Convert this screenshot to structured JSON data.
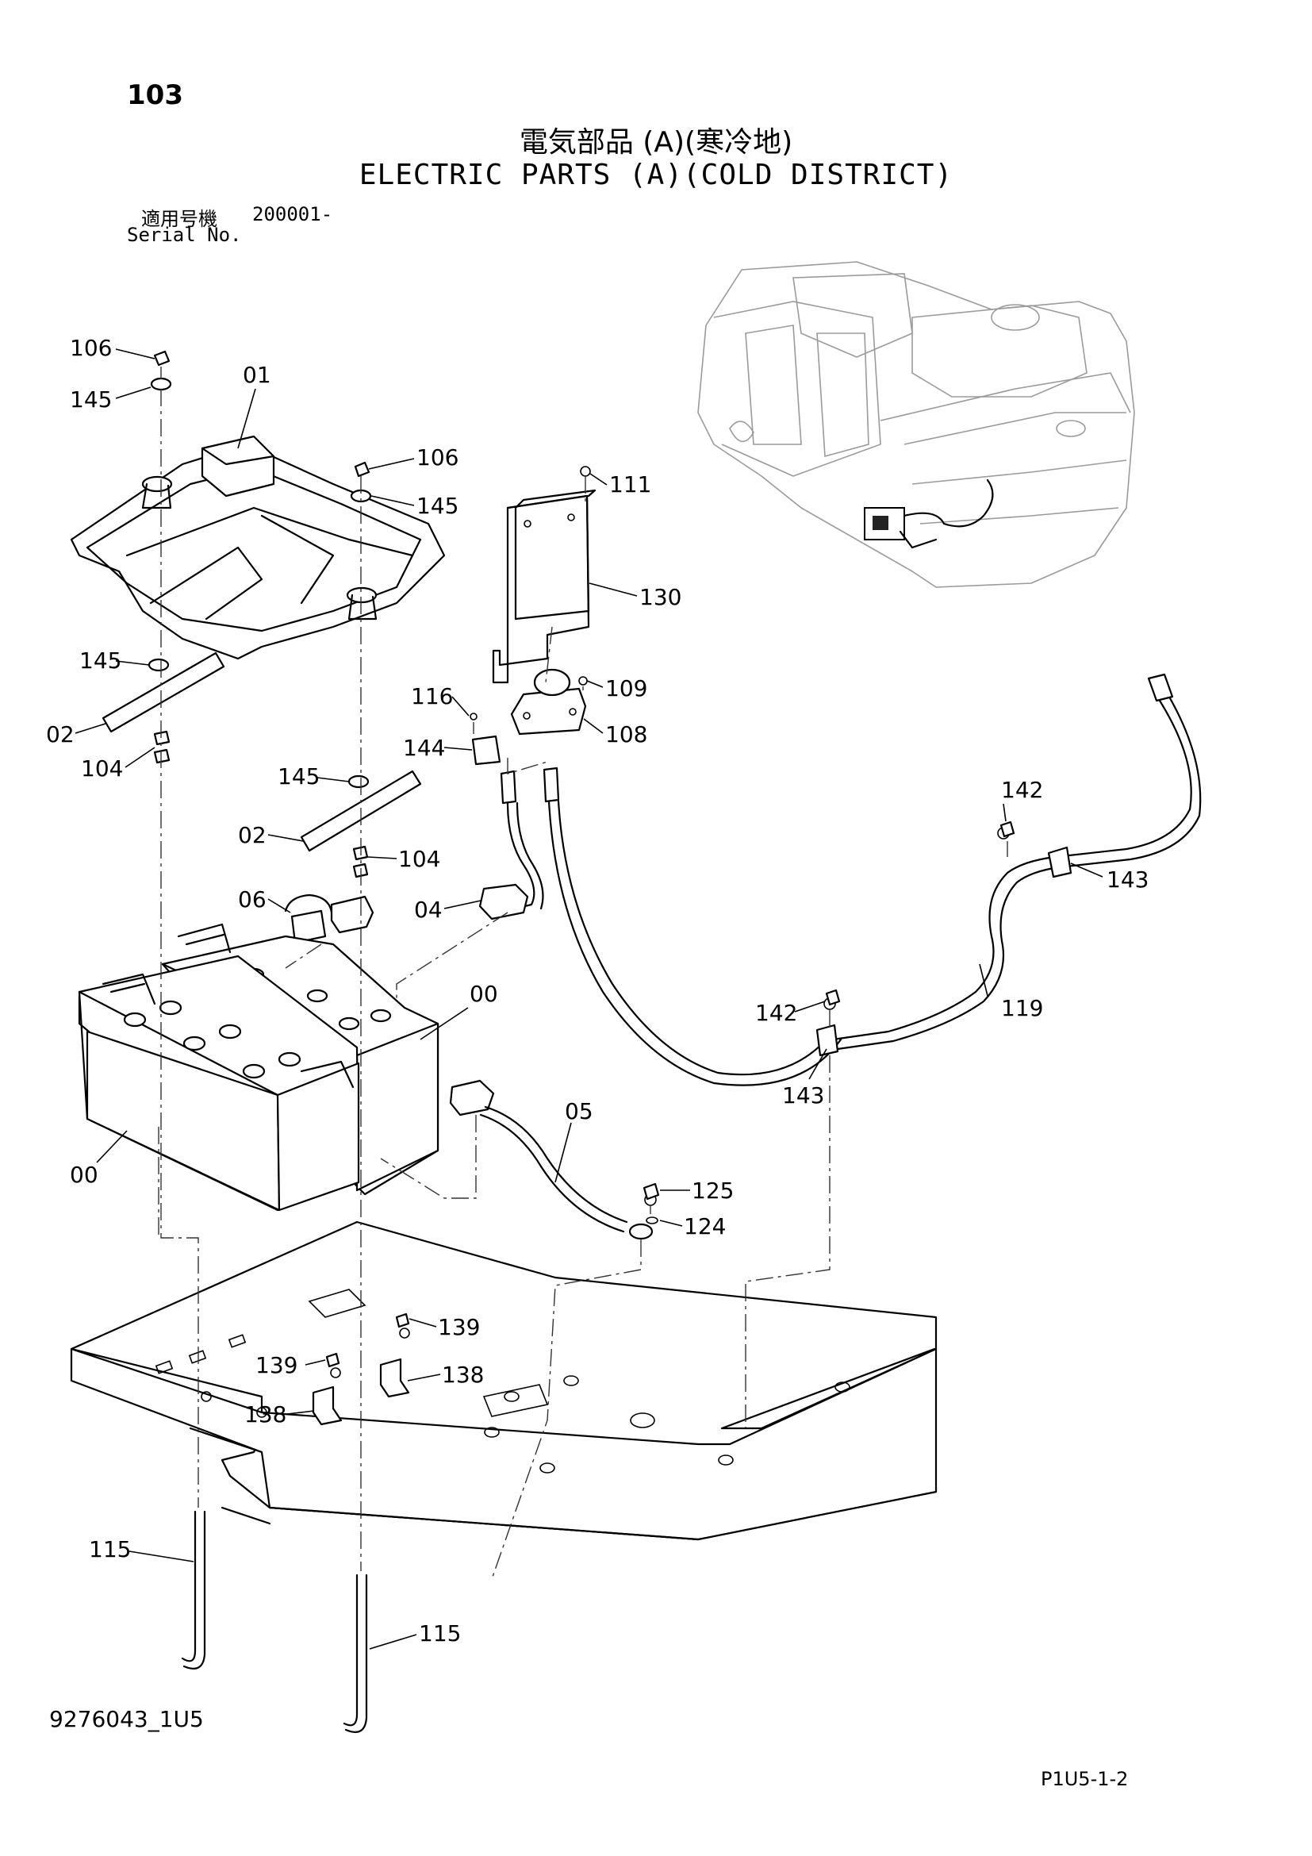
{
  "header": {
    "page_number": "103",
    "title_jp": "電気部品 (A)(寒冷地)",
    "title_en": "ELECTRIC PARTS (A)(COLD DISTRICT)",
    "serial_label_jp": "適用号機",
    "serial_value": "200001-",
    "serial_label_en": "Serial No."
  },
  "footer": {
    "drawing_code": "9276043_1U5",
    "page_code": "P1U5-1-2"
  },
  "callouts": [
    {
      "id": "c106a",
      "label": "106"
    },
    {
      "id": "c145a",
      "label": "145"
    },
    {
      "id": "c01",
      "label": "01"
    },
    {
      "id": "c106b",
      "label": "106"
    },
    {
      "id": "c145b",
      "label": "145"
    },
    {
      "id": "c111",
      "label": "111"
    },
    {
      "id": "c130",
      "label": "130"
    },
    {
      "id": "c145c",
      "label": "145"
    },
    {
      "id": "c02a",
      "label": "02"
    },
    {
      "id": "c104a",
      "label": "104"
    },
    {
      "id": "c116",
      "label": "116"
    },
    {
      "id": "c109",
      "label": "109"
    },
    {
      "id": "c144",
      "label": "144"
    },
    {
      "id": "c108",
      "label": "108"
    },
    {
      "id": "c145d",
      "label": "145"
    },
    {
      "id": "c02b",
      "label": "02"
    },
    {
      "id": "c104b",
      "label": "104"
    },
    {
      "id": "c142a",
      "label": "142"
    },
    {
      "id": "c143a",
      "label": "143"
    },
    {
      "id": "c06",
      "label": "06"
    },
    {
      "id": "c04",
      "label": "04"
    },
    {
      "id": "c00a",
      "label": "00"
    },
    {
      "id": "c142b",
      "label": "142"
    },
    {
      "id": "c119",
      "label": "119"
    },
    {
      "id": "c143b",
      "label": "143"
    },
    {
      "id": "c05",
      "label": "05"
    },
    {
      "id": "c00b",
      "label": "00"
    },
    {
      "id": "c125",
      "label": "125"
    },
    {
      "id": "c124",
      "label": "124"
    },
    {
      "id": "c139a",
      "label": "139"
    },
    {
      "id": "c139b",
      "label": "139"
    },
    {
      "id": "c138a",
      "label": "138"
    },
    {
      "id": "c138b",
      "label": "138"
    },
    {
      "id": "c115a",
      "label": "115"
    },
    {
      "id": "c115b",
      "label": "115"
    }
  ]
}
